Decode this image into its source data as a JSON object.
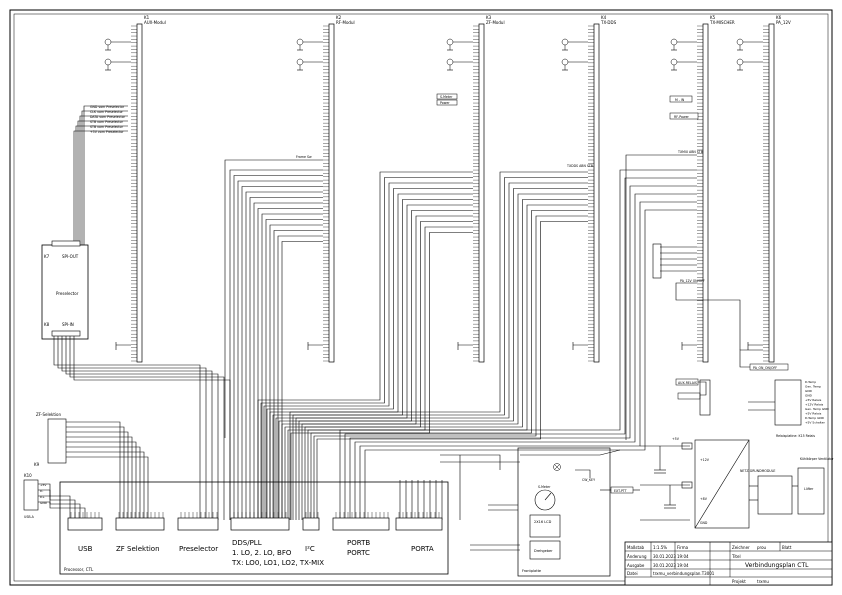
{
  "connectors": {
    "k1": {
      "id": "K1",
      "name": "AUX-Modul"
    },
    "k2": {
      "id": "K2",
      "name": "RF-Modul"
    },
    "k3": {
      "id": "K3",
      "name": "ZF-Modul"
    },
    "k4": {
      "id": "K4",
      "name": "TX-DDS"
    },
    "k5": {
      "id": "K5",
      "name": "TX-MISCHER"
    },
    "k6": {
      "id": "K6",
      "name": "PA_12V"
    }
  },
  "preselector": {
    "k7": "K7",
    "spi_out": "SPI-OUT",
    "title": "Preselector",
    "k8": "K8",
    "spi_in": "SPI-IN",
    "signals": [
      "GND vom Preselector",
      "CLK vom Preselector",
      "DATA vom Preselector",
      "STB vom Preselector",
      "STB vom Preselector",
      "+5V vom Preselector"
    ]
  },
  "zf_selektion": {
    "label": "ZF-Selektion",
    "conn": "K9"
  },
  "usb_plug": {
    "conn": "K10",
    "pins": [
      "+5V",
      "D-",
      "D+",
      "GND"
    ],
    "label": "USB-A"
  },
  "processor": {
    "label": "Processor, CTL",
    "usb": "USB",
    "zf": "ZF Selektion",
    "preselector": "Preselector",
    "dds_lines": [
      "DDS/PLL",
      "1. LO, 2. LO, BFO",
      "TX: LO0, LO1, LO2, TX-MIX"
    ],
    "i2c": "I²C",
    "portb_lines": [
      "PORTB",
      "PORTC"
    ],
    "porta": "PORTA"
  },
  "net_labels": {
    "frame_sw": "Frame Sw",
    "s_meter": "S-Meter",
    "power": "Power",
    "txdds_stb": "TXDDS ABN STB",
    "txmix_stb": "TXMIX ABN STB",
    "m_in": "M - IN",
    "rf_power": "RF-Power",
    "pa_12v_on_off": "PA_12V ON/OFF",
    "aux_relay": "AUX-RELAIS",
    "pa_on_off": "PA_ON_ON/OFF",
    "cw_key": "CW_KEY",
    "ext_ptt": "EXT-PTT"
  },
  "front_panel": {
    "label": "Frontplatte",
    "lcd": "2X16 LCD",
    "encoder": "Drehgeber",
    "smeter": "S-Meter"
  },
  "power_supply": {
    "label": "NETZ-GRUNDMODULE",
    "v5": "+5V",
    "v12": "+12V",
    "v8": "+8V",
    "gnd": "GND"
  },
  "relay_box": {
    "label": "Relaisplatine: K15 Relais",
    "items": [
      "D-Temp",
      "Gen. Temp",
      "GND",
      "GND",
      "+5V Relais",
      "+12V Relais",
      "Gen. Temp GND",
      "+5V Relais",
      "D-Temp GND",
      "+5V Schalter"
    ]
  },
  "aux_box": {
    "label": "Kühlkörper Ventilator",
    "vent": "Lüfter"
  },
  "title_block": {
    "massstab_label": "Maßstab",
    "massstab": "1:1.5%",
    "firma_label": "Firma",
    "zeichner_label": "Zeichner",
    "zeichner": "prou",
    "blatt_label": "Blatt",
    "aenderung_label": "Änderung",
    "aenderung_date": "30.01.2023",
    "aenderung_time": "19:04",
    "titel_label": "Titel",
    "ausgabe_label": "Ausgabe",
    "ausgabe_date": "30.01.2023",
    "ausgabe_time": "19:04",
    "titel": "Verbindungsplan CTL",
    "datei_label": "Datei",
    "datei": "trxmu_verbindungsplan.T3001",
    "projekt_label": "Projekt",
    "projekt": "trxmu"
  }
}
